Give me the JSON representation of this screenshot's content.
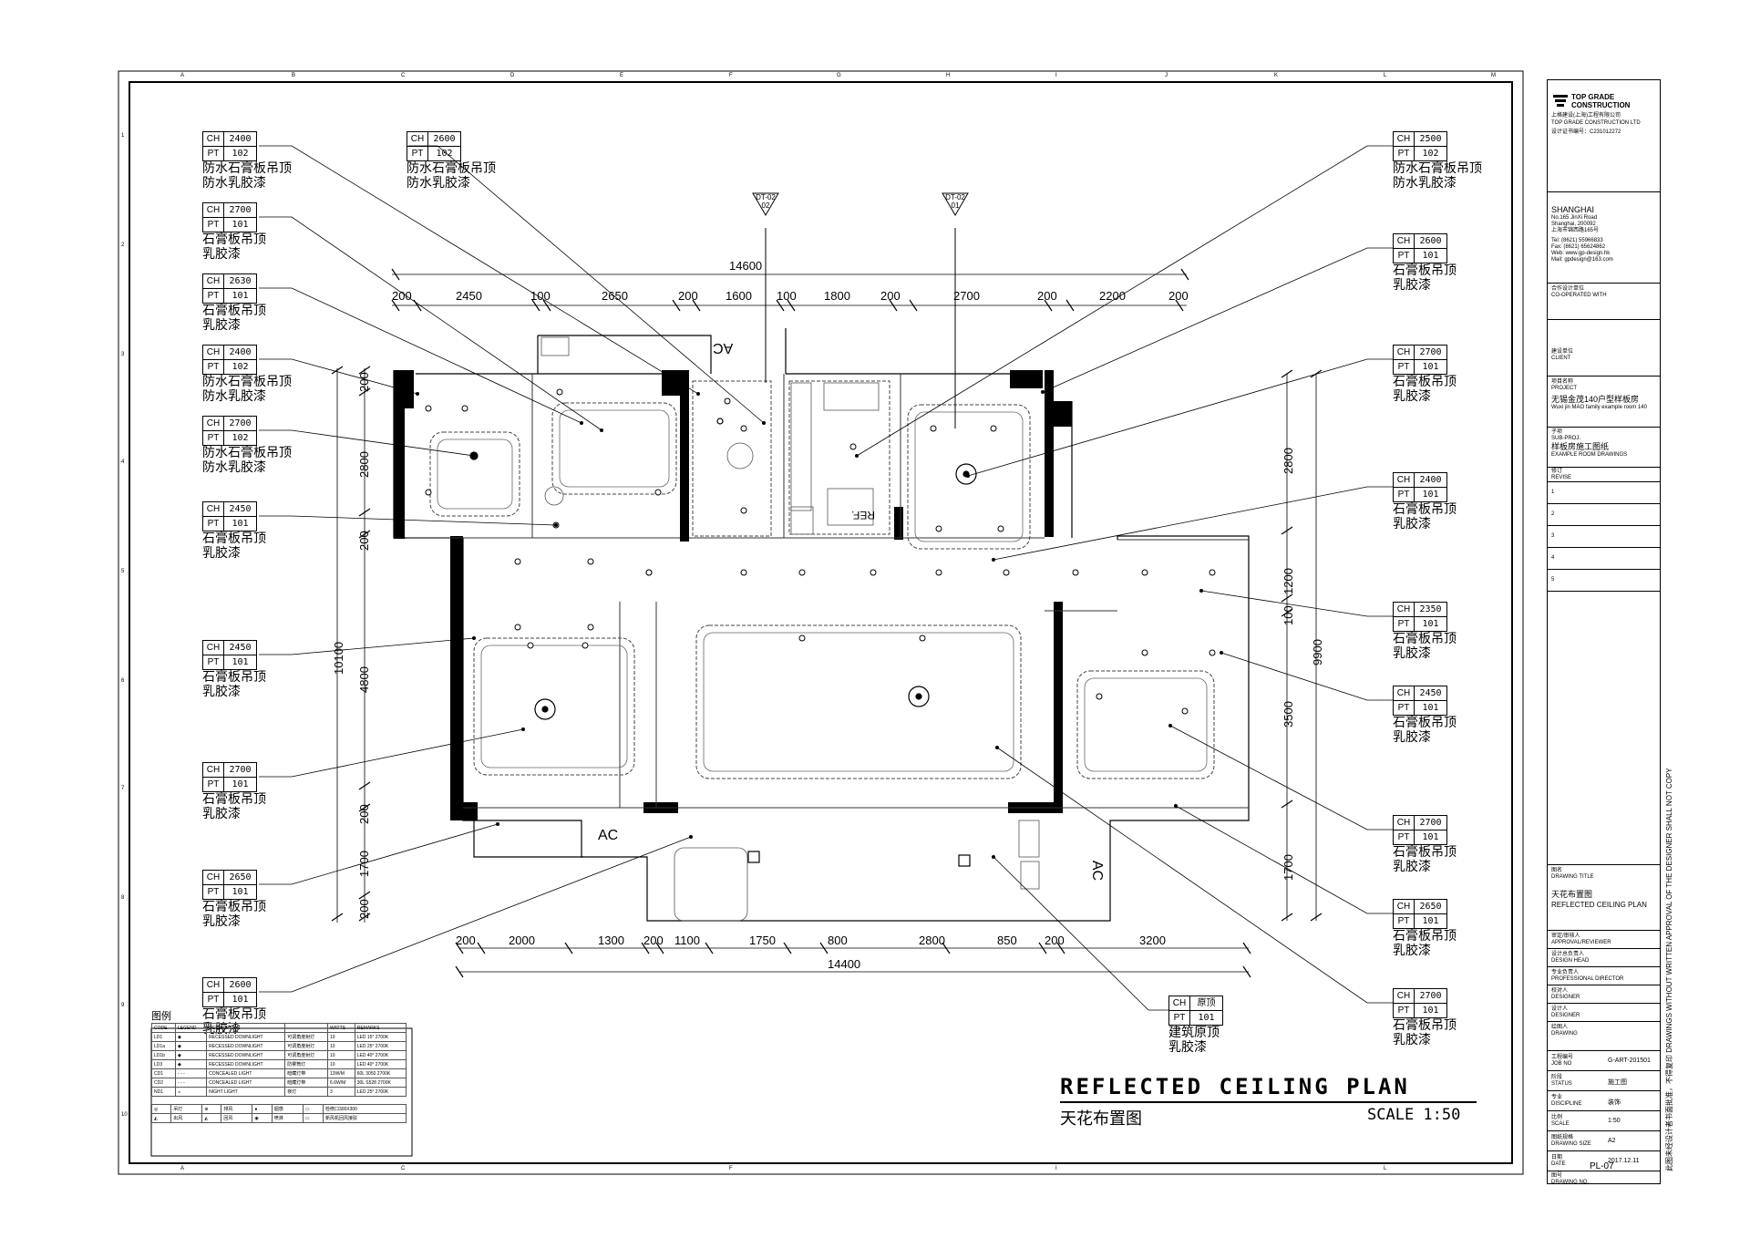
{
  "overall_dims": {
    "top": "14600",
    "bottom": "14400",
    "left_total": "10100",
    "right_total": "9900"
  },
  "top_dims": [
    "200",
    "2450",
    "100",
    "2650",
    "200",
    "1600",
    "100",
    "1800",
    "200",
    "2700",
    "200",
    "2200",
    "200"
  ],
  "bottom_dims": [
    "200",
    "2000",
    "1300",
    "200",
    "1100",
    "1750",
    "800",
    "2800",
    "850",
    "200",
    "3200"
  ],
  "left_dims": [
    "200",
    "2800",
    "200",
    "4800",
    "200",
    "1700",
    "200"
  ],
  "right_dims": [
    "2800",
    "1200",
    "100",
    "3500",
    "1700"
  ],
  "section_marks": [
    {
      "code": "DT-02",
      "num": "02"
    },
    {
      "code": "DT-02",
      "num": "01"
    }
  ],
  "ac_labels": [
    "AC",
    "AC",
    "AC"
  ],
  "ref_label": "REF.",
  "grid_letters": [
    "A",
    "B",
    "C",
    "D",
    "E",
    "F",
    "G",
    "H",
    "I",
    "J",
    "K",
    "L",
    "M"
  ],
  "grid_numbers": [
    "1",
    "2",
    "3",
    "4",
    "5",
    "6",
    "7",
    "8",
    "9",
    "10"
  ],
  "ceiling_tags": [
    {
      "ch": "2400",
      "pt": "102",
      "line1": "防水石膏板吊顶",
      "line2": "防水乳胶漆"
    },
    {
      "ch": "2600",
      "pt": "102",
      "line1": "防水石膏板吊顶",
      "line2": "防水乳胶漆"
    },
    {
      "ch": "2700",
      "pt": "101",
      "line1": "石膏板吊顶",
      "line2": "乳胶漆"
    },
    {
      "ch": "2630",
      "pt": "101",
      "line1": "石膏板吊顶",
      "line2": "乳胶漆"
    },
    {
      "ch": "2400",
      "pt": "102",
      "line1": "防水石膏板吊顶",
      "line2": "防水乳胶漆"
    },
    {
      "ch": "2700",
      "pt": "102",
      "line1": "防水石膏板吊顶",
      "line2": "防水乳胶漆"
    },
    {
      "ch": "2450",
      "pt": "101",
      "line1": "石膏板吊顶",
      "line2": "乳胶漆"
    },
    {
      "ch": "2450",
      "pt": "101",
      "line1": "石膏板吊顶",
      "line2": "乳胶漆"
    },
    {
      "ch": "2700",
      "pt": "101",
      "line1": "石膏板吊顶",
      "line2": "乳胶漆"
    },
    {
      "ch": "2650",
      "pt": "101",
      "line1": "石膏板吊顶",
      "line2": "乳胶漆"
    },
    {
      "ch": "2600",
      "pt": "101",
      "line1": "石膏板吊顶",
      "line2": "乳胶漆"
    },
    {
      "ch": "2500",
      "pt": "102",
      "line1": "防水石膏板吊顶",
      "line2": "防水乳胶漆"
    },
    {
      "ch": "2600",
      "pt": "101",
      "line1": "石膏板吊顶",
      "line2": "乳胶漆"
    },
    {
      "ch": "2700",
      "pt": "101",
      "line1": "石膏板吊顶",
      "line2": "乳胶漆"
    },
    {
      "ch": "2400",
      "pt": "101",
      "line1": "石膏板吊顶",
      "line2": "乳胶漆"
    },
    {
      "ch": "2350",
      "pt": "101",
      "line1": "石膏板吊顶",
      "line2": "乳胶漆"
    },
    {
      "ch": "2450",
      "pt": "101",
      "line1": "石膏板吊顶",
      "line2": "乳胶漆"
    },
    {
      "ch": "2700",
      "pt": "101",
      "line1": "石膏板吊顶",
      "line2": "乳胶漆"
    },
    {
      "ch": "2650",
      "pt": "101",
      "line1": "石膏板吊顶",
      "line2": "乳胶漆"
    },
    {
      "ch": "2700",
      "pt": "101",
      "line1": "石膏板吊顶",
      "line2": "乳胶漆"
    },
    {
      "ch": "原顶",
      "pt": "101",
      "line1": "建筑原顶",
      "line2": "乳胶漆"
    }
  ],
  "tag_key_ch": "CH",
  "tag_key_pt": "PT",
  "legend": {
    "title": "图例",
    "headers": [
      "CODE",
      "LEGEND",
      "DESCRIPTION",
      "",
      "WATTS",
      "REMARKS"
    ],
    "rows": [
      [
        "LD1",
        "◆",
        "RECESSED DOWNLIGHT",
        "可调角度射灯",
        "10",
        "LED 15° 2700K"
      ],
      [
        "LD1a",
        "◆",
        "RECESSED DOWNLIGHT",
        "可调角度射灯",
        "10",
        "LED 25° 2700K"
      ],
      [
        "LD1b",
        "◆",
        "RECESSED DOWNLIGHT",
        "可调角度射灯",
        "10",
        "LED 40° 2700K"
      ],
      [
        "LD3",
        "◆",
        "RECESSED DOWNLIGHT",
        "防雾筒灯",
        "10",
        "LED 40° 2700K"
      ],
      [
        "CD1",
        "- - -",
        "CONCEALED LIGHT",
        "暗藏灯带",
        "13W/M",
        "60L 3050 2700K"
      ],
      [
        "CD2",
        "- - -",
        "CONCEALED LIGHT",
        "暗藏灯带",
        "6.6W/M",
        "30L S528 2700K"
      ],
      [
        "ND1",
        "◒",
        "NIGHT LIGHT",
        "夜灯",
        "3",
        "LED 25° 2700K"
      ]
    ],
    "symbols": [
      [
        "◎",
        "吊灯",
        "⊕",
        "排风",
        "●",
        "烟感",
        "▭",
        "检修口300X300"
      ],
      [
        "◭",
        "出风",
        "◭",
        "回风",
        "◉",
        "喷淋",
        "▭",
        "新风机回风接驳"
      ]
    ]
  },
  "drawing_title": {
    "en": "REFLECTED CEILING PLAN",
    "cn": "天花布置图",
    "scale": "SCALE 1:50"
  },
  "title_block": {
    "company_en1": "TOP GRADE",
    "company_en2": "CONSTRUCTION",
    "company_cn": "上格建设(上海)工程有限公司",
    "company_en3": "TOP GRADE CONSTRUCTION LTD",
    "cert": "设计证书编号：C231012272",
    "city": "SHANGHAI",
    "addr1": "No.165 JinXi Road",
    "addr2": "Shanghai, 200092",
    "addr3": "上海市锦西路165号",
    "tel": "Tel:    (8621) 55966833",
    "fax": "Fax:    (8621) 65624862",
    "web": "Web:   www.gp-design.hk",
    "mail": "Mail:   gpdesign@163.com",
    "coop_cn": "合作设计单位",
    "coop_en": "CO-OPERATED WITH",
    "client_cn": "建设单位",
    "client_en": "CLIENT",
    "project_cn": "项目名称",
    "project_en": "PROJECT",
    "project_name": "无锡金茂140户型样板房",
    "project_sub": "Wuxi jin MAO family example room 140",
    "subproj_cn": "子项",
    "subproj_en": "SUB-PROJ.",
    "subproj_name": "样板房施工图纸",
    "subproj_en2": "EXAMPLE ROOM DRAWINGS",
    "revise_cn": "修订",
    "revise_en": "REVISE",
    "revisions": [
      "1",
      "2",
      "3",
      "4",
      "5"
    ],
    "dtitle_cn": "图名",
    "dtitle_en": "DRAWING TITLE",
    "dtitle": "天花布置图",
    "dtitle2": "REFLECTED CEILING PLAN",
    "roles": [
      [
        "审定/审核人",
        "APPROVAL/REVIEWER"
      ],
      [
        "设计总负责人",
        "DESIGN HEAD"
      ],
      [
        "专业负责人",
        "PROFESSIONAL DIRECTOR"
      ],
      [
        "校对人",
        "DESIGNER"
      ],
      [
        "设计人",
        "DESIGNER"
      ],
      [
        "绘图人",
        "DRAWING"
      ]
    ],
    "info": [
      [
        "工程编号",
        "JOB NO",
        "G-ART-201501"
      ],
      [
        "阶段",
        "STATUS",
        "施工图"
      ],
      [
        "专业",
        "DISCIPLINE",
        "装饰"
      ],
      [
        "比例",
        "SCALE",
        "1:50"
      ],
      [
        "图纸规格",
        "DRAWING SIZE",
        "A2"
      ],
      [
        "日期",
        "DATE",
        "2017.12.11"
      ]
    ],
    "dwg_cn": "图号",
    "dwg_en": "DRAWING NO.",
    "dwg_no": "PL-07"
  },
  "side_note": "此图未经设计者书面批准，不得复印  DRAWINGS WITHOUT WRITTEN APPROVAL OF THE DESIGNER SHALL NOT COPY"
}
